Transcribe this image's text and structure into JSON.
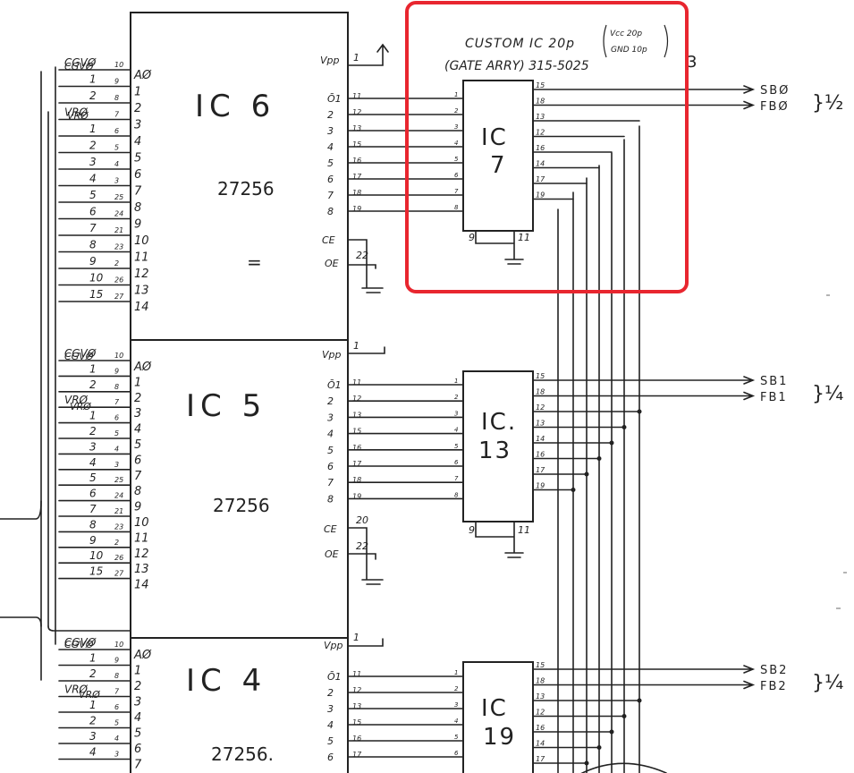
{
  "eprom_blocks": [
    {
      "ic": "IC 6",
      "part": "27256",
      "mark": "=",
      "vpp": "Vpp",
      "vpp_pin": "1",
      "ce": "CE",
      "ce_pin": "",
      "oe": "OE",
      "oe_pin": "22",
      "cgv": "CGVØ",
      "vr": "VRØ",
      "addr_pins": [
        "AØ",
        "1",
        "2",
        "3",
        "4",
        "5",
        "6",
        "7",
        "8",
        "9",
        "10",
        "11",
        "12",
        "13",
        "14"
      ],
      "left_wires": [
        {
          "name": "CGVØ",
          "pin": "10"
        },
        {
          "name": "1",
          "pin": "9"
        },
        {
          "name": "2",
          "pin": "8"
        },
        {
          "name": "VRØ",
          "pin": "7"
        },
        {
          "name": "1",
          "pin": "6"
        },
        {
          "name": "2",
          "pin": "5"
        },
        {
          "name": "3",
          "pin": "4"
        },
        {
          "name": "4",
          "pin": "3"
        },
        {
          "name": "5",
          "pin": "25"
        },
        {
          "name": "6",
          "pin": "24"
        },
        {
          "name": "7",
          "pin": "21"
        },
        {
          "name": "8",
          "pin": "23"
        },
        {
          "name": "9",
          "pin": "2"
        },
        {
          "name": "10",
          "pin": "26"
        },
        {
          "name": "15",
          "pin": "27"
        }
      ],
      "out_labels": [
        "Ō1",
        "2",
        "3",
        "4",
        "5",
        "6",
        "7",
        "8"
      ],
      "out_pins": [
        "11",
        "12",
        "13",
        "15",
        "16",
        "17",
        "18",
        "19"
      ]
    },
    {
      "ic": "IC 5",
      "part": "27256",
      "mark": "",
      "vpp": "Vpp",
      "vpp_pin": "1",
      "ce": "CE",
      "ce_pin": "20",
      "oe": "OE",
      "oe_pin": "22",
      "cgv": "CGVØ",
      "vr": "VRØ",
      "addr_pins": [
        "AØ",
        "1",
        "2",
        "3",
        "4",
        "5",
        "6",
        "7",
        "8",
        "9",
        "10",
        "11",
        "12",
        "13",
        "14"
      ],
      "left_wires": [
        {
          "name": "CGVØ",
          "pin": "10"
        },
        {
          "name": "1",
          "pin": "9"
        },
        {
          "name": "2",
          "pin": "8"
        },
        {
          "name": "VRØ",
          "pin": "7"
        },
        {
          "name": "1",
          "pin": "6"
        },
        {
          "name": "2",
          "pin": "5"
        },
        {
          "name": "3",
          "pin": "4"
        },
        {
          "name": "4",
          "pin": "3"
        },
        {
          "name": "5",
          "pin": "25"
        },
        {
          "name": "6",
          "pin": "24"
        },
        {
          "name": "7",
          "pin": "21"
        },
        {
          "name": "8",
          "pin": "23"
        },
        {
          "name": "9",
          "pin": "2"
        },
        {
          "name": "10",
          "pin": "26"
        },
        {
          "name": "15",
          "pin": "27"
        }
      ],
      "out_labels": [
        "Ō1",
        "2",
        "3",
        "4",
        "5",
        "6",
        "7",
        "8"
      ],
      "out_pins": [
        "11",
        "12",
        "13",
        "15",
        "16",
        "17",
        "18",
        "19"
      ]
    },
    {
      "ic": "IC 4",
      "part": "27256.",
      "mark": "",
      "vpp": "Vpp",
      "vpp_pin": "1",
      "ce": "",
      "ce_pin": "",
      "oe": "",
      "oe_pin": "",
      "cgv": "CGVØ",
      "vr": "VRØ",
      "addr_pins": [
        "AØ",
        "1",
        "2",
        "3",
        "4",
        "5",
        "6",
        "7"
      ],
      "left_wires": [
        {
          "name": "CGVØ",
          "pin": "10"
        },
        {
          "name": "1",
          "pin": "9"
        },
        {
          "name": "2",
          "pin": "8"
        },
        {
          "name": "VRØ",
          "pin": "7"
        },
        {
          "name": "1",
          "pin": "6"
        },
        {
          "name": "2",
          "pin": "5"
        },
        {
          "name": "3",
          "pin": "4"
        },
        {
          "name": "4",
          "pin": "3"
        }
      ],
      "out_labels": [
        "Ō1",
        "2",
        "3",
        "4",
        "5",
        "6"
      ],
      "out_pins": [
        "11",
        "12",
        "13",
        "15",
        "16",
        "17"
      ]
    }
  ],
  "gate_arrays": [
    {
      "ic_line1": "IC",
      "ic_line2": "7",
      "in_pins": [
        "1",
        "2",
        "3",
        "4",
        "5",
        "6",
        "7",
        "8"
      ],
      "out_pins": [
        "15",
        "18",
        "13",
        "12",
        "16",
        "14",
        "17",
        "19"
      ],
      "bottom_pins": [
        "9",
        "11"
      ],
      "sig_a": "SBØ",
      "sig_b": "FBØ",
      "note": "}½"
    },
    {
      "ic_line1": "IC.",
      "ic_line2": "13",
      "in_pins": [
        "1",
        "2",
        "3",
        "4",
        "5",
        "6",
        "7",
        "8"
      ],
      "out_pins": [
        "15",
        "18",
        "12",
        "13",
        "14",
        "16",
        "17",
        "19"
      ],
      "bottom_pins": [
        "9",
        "11"
      ],
      "sig_a": "SB1",
      "sig_b": "FB1",
      "note": "}¼"
    },
    {
      "ic_line1": "IC",
      "ic_line2": "19",
      "in_pins": [
        "1",
        "2",
        "3",
        "4",
        "5",
        "6"
      ],
      "out_pins": [
        "15",
        "18",
        "13",
        "12",
        "16",
        "14",
        "17"
      ],
      "bottom_pins": [],
      "sig_a": "SB2",
      "sig_b": "FB2",
      "note": "}¼"
    }
  ],
  "custom_ic": {
    "title": "CUSTOM IC 20p",
    "subtitle": "(GATE ARRY) 315-5025",
    "power_a": "Vcc 20p",
    "power_b": "GND 10p",
    "ref": "3"
  },
  "highlight_color": "#e8262f"
}
